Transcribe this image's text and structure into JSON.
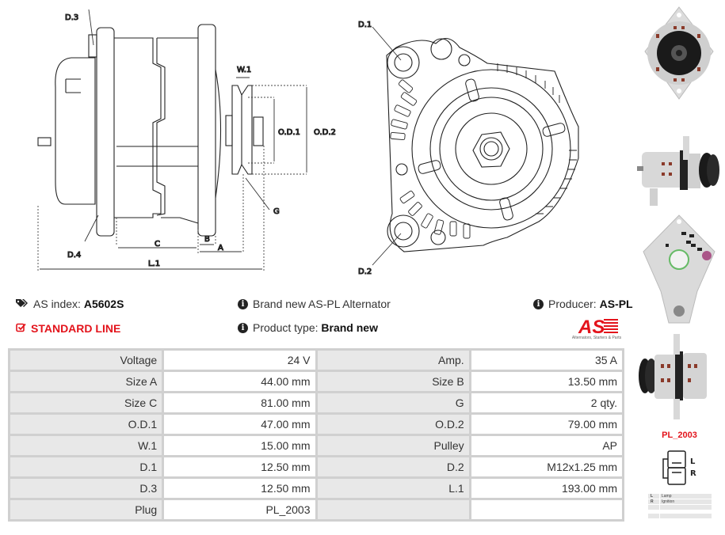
{
  "diagram_side": {
    "labels": {
      "d3": "D.3",
      "d4": "D.4",
      "w1": "W.1",
      "od1": "O.D.1",
      "od2": "O.D.2",
      "g": "G",
      "c": "C",
      "b": "B",
      "a": "A",
      "l1": "L.1"
    }
  },
  "diagram_front": {
    "labels": {
      "d1": "D.1",
      "d2": "D.2"
    }
  },
  "photos": [
    {
      "name": "front-view"
    },
    {
      "name": "side-view-left"
    },
    {
      "name": "rear-view"
    },
    {
      "name": "side-view-right"
    }
  ],
  "info": {
    "as_index_label": "AS index:",
    "as_index_value": "A5602S",
    "standard_line": "STANDARD LINE",
    "description": "Brand new AS-PL Alternator",
    "product_type_label": "Product type:",
    "product_type_value": "Brand new",
    "producer_label": "Producer:",
    "producer_value": "AS-PL"
  },
  "logo": {
    "text": "AS",
    "subtitle": "Alternators, Starters & Parts",
    "color": "#e3131b"
  },
  "specs": [
    {
      "label": "Voltage",
      "value": "24 V",
      "label2": "Amp.",
      "value2": "35 A"
    },
    {
      "label": "Size A",
      "value": "44.00 mm",
      "label2": "Size B",
      "value2": "13.50 mm"
    },
    {
      "label": "Size C",
      "value": "81.00 mm",
      "label2": "G",
      "value2": "2 qty."
    },
    {
      "label": "O.D.1",
      "value": "47.00 mm",
      "label2": "O.D.2",
      "value2": "79.00 mm"
    },
    {
      "label": "W.1",
      "value": "15.00 mm",
      "label2": "Pulley",
      "value2": "AP"
    },
    {
      "label": "D.1",
      "value": "12.50 mm",
      "label2": "D.2",
      "value2": "M12x1.25 mm"
    },
    {
      "label": "D.3",
      "value": "12.50 mm",
      "label2": "L.1",
      "value2": "193.00 mm"
    },
    {
      "label": "Plug",
      "value": "PL_2003",
      "label2": "",
      "value2": ""
    }
  ],
  "plug": {
    "title": "PL_2003",
    "pins": [
      "L",
      "R"
    ],
    "legend": [
      {
        "key": "L",
        "value": "Lamp"
      },
      {
        "key": "R",
        "value": "Ignition"
      },
      {
        "key": "",
        "value": ""
      },
      {
        "key": "",
        "value": ""
      }
    ]
  }
}
